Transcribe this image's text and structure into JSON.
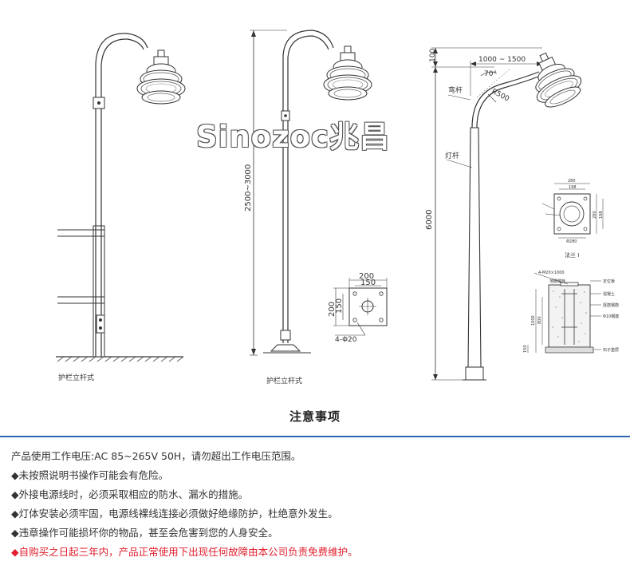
{
  "watermark": "Sinozoc兆昌",
  "captions": {
    "left": "护栏立杆式",
    "middle": "护栏立杆式"
  },
  "dims": {
    "height_range": "2500~3000",
    "flange_w": "200",
    "flange_inner_w": "150",
    "flange_h": "200",
    "flange_inner_h": "150",
    "holes": "4-Φ20",
    "arm_top": "100",
    "arm_reach": "1000 ~ 1500",
    "arm_angle": "70°",
    "arm_radius": "R500",
    "pole_height": "6000",
    "label_arm": "弯杆",
    "label_pole": "灯杆",
    "base_280": "280",
    "base_198": "198",
    "base_phi": "Φ280",
    "flange_caption": "法兰 I",
    "anchor_bolt": "4-M20×1000",
    "anchor_nut": "地脚螺栓",
    "anchor_plate": "定位板",
    "anchor_ground": "混凝土",
    "anchor_rebar": "竖筋钢筋",
    "anchor_ring": "Φ10钢筋",
    "anchor_stone": "石子垫层",
    "anchor_h1": "1000",
    "anchor_h2": "800",
    "anchor_h3": "150"
  },
  "notes": {
    "title": "注意事项",
    "lines": [
      "产品使用工作电压:AC 85~265V 50H，请勿超出工作电压范围。",
      "◆未按照说明书操作可能会有危险。",
      "◆外接电源线时，必须采取相应的防水、漏水的措施。",
      "◆灯体安装必须牢固，电源线裸线连接必须做好绝缘防护，杜绝意外发生。",
      "◆违章操作可能损坏你的物品，甚至会危害到您的人身安全。"
    ],
    "warranty": "◆自购买之日起三年内，产品正常使用下出现任何故障由本公司负责免费维护。"
  }
}
